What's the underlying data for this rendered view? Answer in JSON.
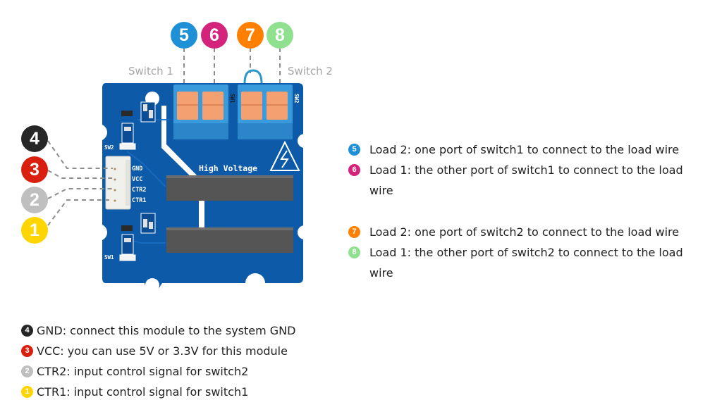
{
  "colors": {
    "pin4": "#262626",
    "pin3": "#d9200f",
    "pin2": "#bfbfbf",
    "pin1": "#ffd500",
    "pin5": "#1e90d6",
    "pin6": "#d4237a",
    "pin7": "#ff7f00",
    "pin8": "#8fe08f",
    "pcb": "#0d5aa8",
    "terminal": "#3a9bdc",
    "lever": "#f4a070"
  },
  "top_badges": [
    {
      "number": "5",
      "color": "#1e90d6"
    },
    {
      "number": "6",
      "color": "#d4237a"
    },
    {
      "number": "7",
      "color": "#ff7f00"
    },
    {
      "number": "8",
      "color": "#8fe08f"
    }
  ],
  "switch_labels": {
    "switch1": "Switch 1",
    "switch2": "Switch 2"
  },
  "left_badges": [
    {
      "number": "4",
      "color": "#262626"
    },
    {
      "number": "3",
      "color": "#d9200f"
    },
    {
      "number": "2",
      "color": "#bfbfbf"
    },
    {
      "number": "1",
      "color": "#ffd500"
    }
  ],
  "board": {
    "connector_pins": [
      "GND",
      "VCC",
      "CTR2",
      "CTR1"
    ],
    "silkscreen_high_voltage": "High Voltage",
    "silkscreen_sw1": "SW1",
    "silkscreen_sw2": "SW2",
    "terminal_label_sw1": "SW1",
    "terminal_label_sw2": "SW2"
  },
  "load_descriptions": [
    {
      "number": "5",
      "color": "#1e90d6",
      "text": "Load 2: one port of switch1 to connect to the load wire"
    },
    {
      "number": "6",
      "color": "#d4237a",
      "text": "Load 1: the other port of switch1 to connect to the load wire"
    },
    {
      "number": "7",
      "color": "#ff7f00",
      "text": "Load 2: one port of switch2 to connect to the load wire"
    },
    {
      "number": "8",
      "color": "#8fe08f",
      "text": "Load 1: the other port of switch2 to connect to the load wire"
    }
  ],
  "pin_descriptions": [
    {
      "number": "4",
      "color": "#262626",
      "text": "GND: connect this module to the system GND"
    },
    {
      "number": "3",
      "color": "#d9200f",
      "text": "VCC: you can use 5V or 3.3V for this module"
    },
    {
      "number": "2",
      "color": "#bfbfbf",
      "text": "CTR2: input control signal for switch2"
    },
    {
      "number": "1",
      "color": "#ffd500",
      "text": "CTR1: input control signal for switch1"
    }
  ]
}
